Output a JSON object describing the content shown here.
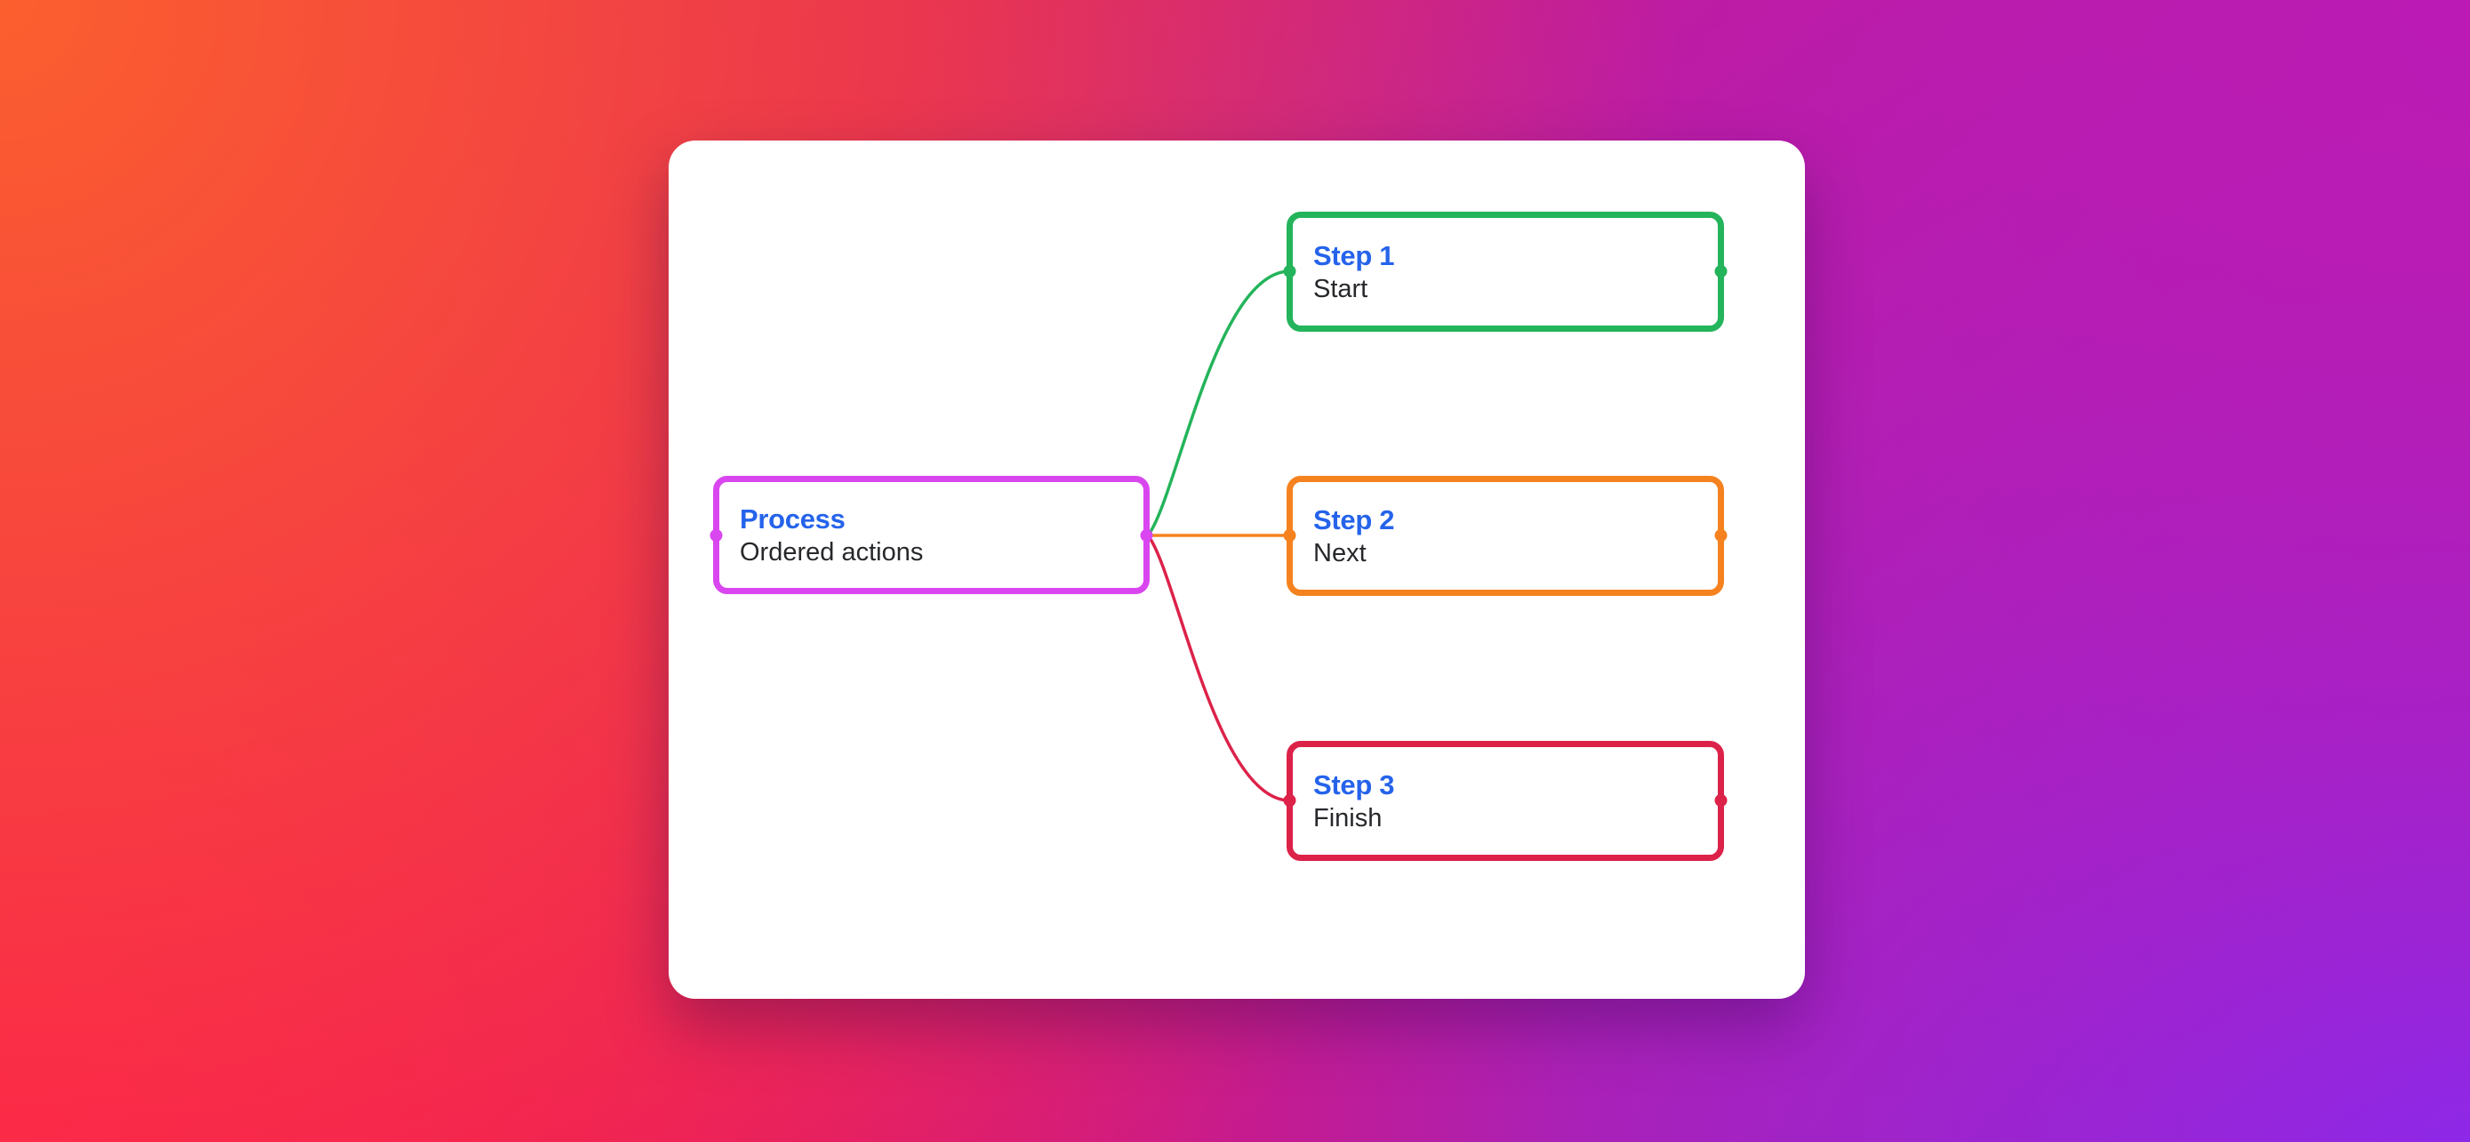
{
  "canvas": {
    "nodes": [
      {
        "id": "process",
        "title": "Process",
        "subtitle": "Ordered actions",
        "color": "#d946ef"
      },
      {
        "id": "step1",
        "title": "Step 1",
        "subtitle": "Start",
        "color": "#24b45b"
      },
      {
        "id": "step2",
        "title": "Step 2",
        "subtitle": "Next",
        "color": "#f5821f"
      },
      {
        "id": "step3",
        "title": "Step 3",
        "subtitle": "Finish",
        "color": "#dc2249"
      }
    ],
    "edges": [
      {
        "from": "process",
        "to": "step1"
      },
      {
        "from": "process",
        "to": "step2"
      },
      {
        "from": "process",
        "to": "step3"
      }
    ]
  },
  "colors": {
    "node-process": "#d946ef",
    "node-step1": "#24b45b",
    "node-step2": "#f5821f",
    "node-step3": "#dc2249",
    "node-title": "#2563eb",
    "node-subtitle": "#26282b",
    "card-bg": "#ffffff",
    "bg-top-left": "#fc5f2e",
    "bg-top-right": "#bb1bb4",
    "bg-bottom-left": "#fb1053",
    "bg-bottom-right": "#7c2dfb"
  }
}
